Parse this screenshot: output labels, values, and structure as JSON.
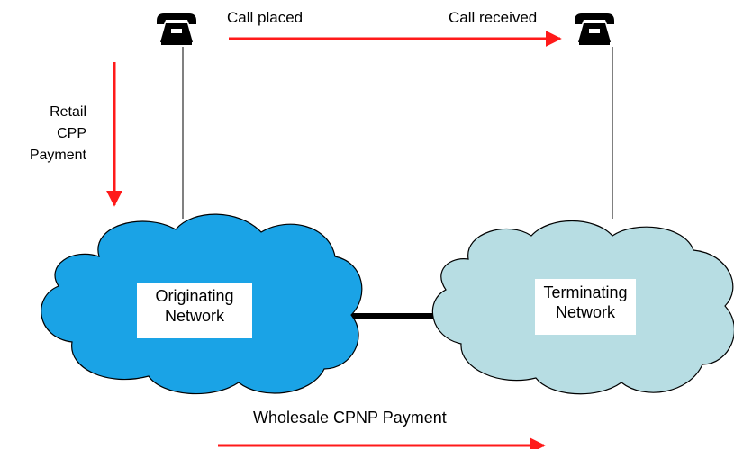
{
  "labels": {
    "call_placed": "Call placed",
    "call_received": "Call received",
    "retail": [
      "Retail",
      "CPP",
      "Payment"
    ],
    "wholesale": "Wholesale CPNP Payment"
  },
  "networks": {
    "originating": [
      "Originating",
      "Network"
    ],
    "terminating": [
      "Terminating",
      "Network"
    ]
  },
  "icons": {
    "originating_phone": "telephone-icon",
    "terminating_phone": "telephone-icon"
  },
  "colors": {
    "arrow": "#ff1a1a",
    "originating_cloud": "#1aa3e6",
    "terminating_cloud": "#b7dde3",
    "link": "#000000"
  }
}
